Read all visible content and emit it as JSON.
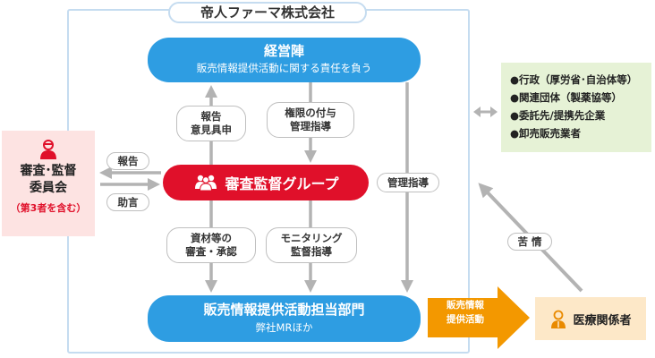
{
  "company": {
    "title": "帝人ファーマ株式会社"
  },
  "management": {
    "title": "経営陣",
    "subtitle": "販売情報提供活動に関する責任を負う"
  },
  "group": {
    "title": "審査監督グループ",
    "icon": "people-icon"
  },
  "department": {
    "title": "販売情報提供活動担当部門",
    "subtitle": "弊社MRほか"
  },
  "labels": {
    "report_opinion": [
      "報告",
      "意見具申"
    ],
    "authority": [
      "権限の付与",
      "管理指導"
    ],
    "materials": [
      "資材等の",
      "審査・承認"
    ],
    "monitoring": [
      "モニタリング",
      "監督指導"
    ],
    "management_guidance": "管理指導",
    "report": "報告",
    "advice": "助言",
    "complaint": "苦 情"
  },
  "committee": {
    "line1": "審査･監督",
    "line2": "委員会",
    "note": "（第3者を含む）",
    "icon": "person-icon"
  },
  "external": {
    "items": [
      "●行政（厚労省･自治体等）",
      "●関連団体（製薬協等）",
      "●委託先/提携先企業",
      "●卸売販売業者"
    ]
  },
  "medical": {
    "title": "医療関係者",
    "icon": "doctor-icon"
  },
  "info_arrow": {
    "line1": "販売情報",
    "line2": "提供活動"
  },
  "colors": {
    "blue": "#2e9de2",
    "red": "#e0102a",
    "orange": "#f39800",
    "arrow_gray": "#b3b3b3",
    "frame": "#c5dcf0"
  }
}
